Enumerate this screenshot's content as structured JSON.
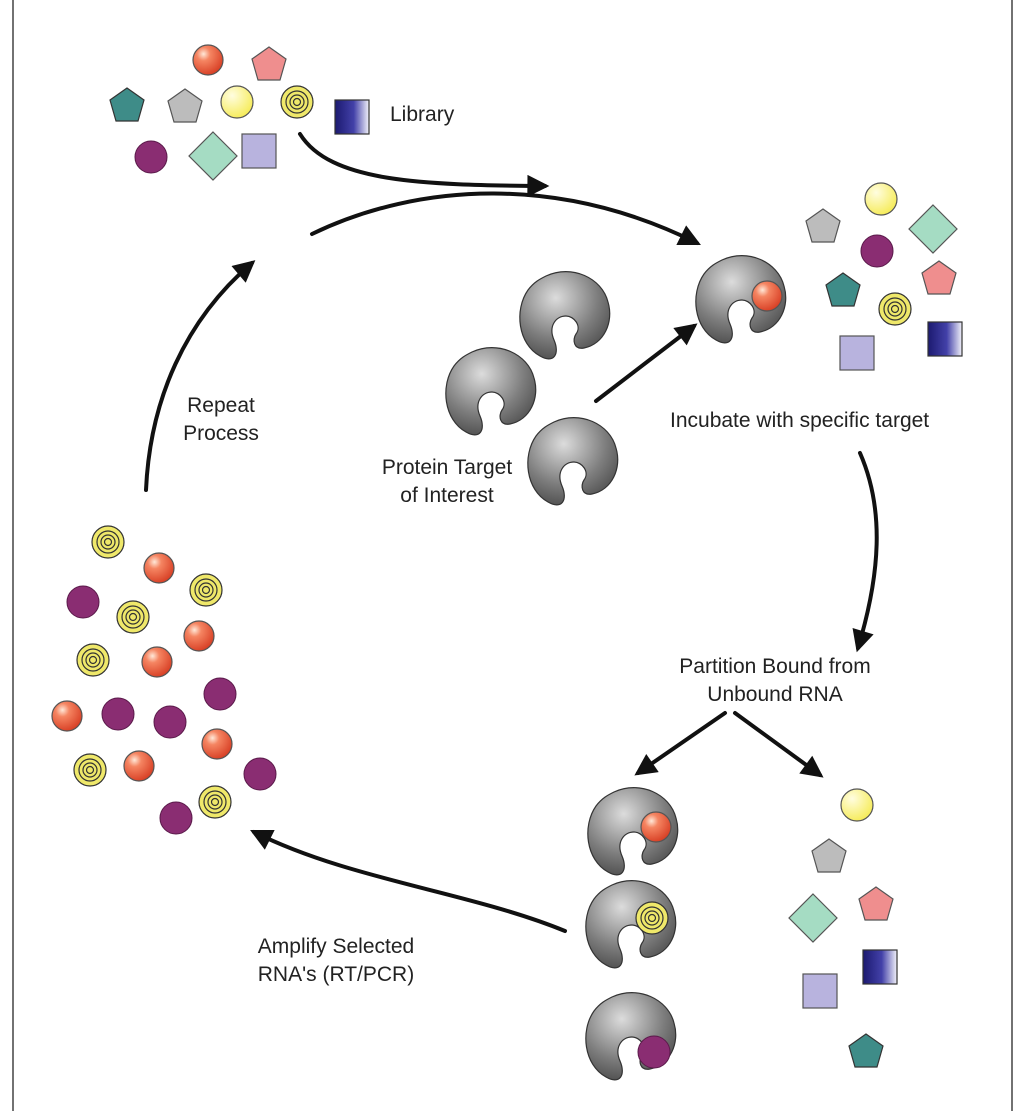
{
  "labels": {
    "library": "Library",
    "incubate": "Incubate with specific target",
    "protein_target": [
      "Protein Target",
      "of Interest"
    ],
    "partition": [
      "Partition Bound from",
      "Unbound RNA"
    ],
    "amplify": [
      "Amplify Selected",
      "RNA's (RT/PCR)"
    ],
    "repeat": [
      "Repeat",
      "Process"
    ]
  },
  "colors": {
    "red_sphere": "#e8573a",
    "yellow_sphere": "#fbf476",
    "purple_sphere": "#8a2d72",
    "teal_pentagon": "#3e8c88",
    "gray_pentagon": "#b8b8b8",
    "pink_pentagon": "#ef8e8e",
    "mint_diamond": "#a5dcc3",
    "lavender_square": "#b8b3de",
    "navy_square": "#2a2880",
    "spiral": "#efe86a",
    "protein": "#777777",
    "arrow": "#111111"
  }
}
